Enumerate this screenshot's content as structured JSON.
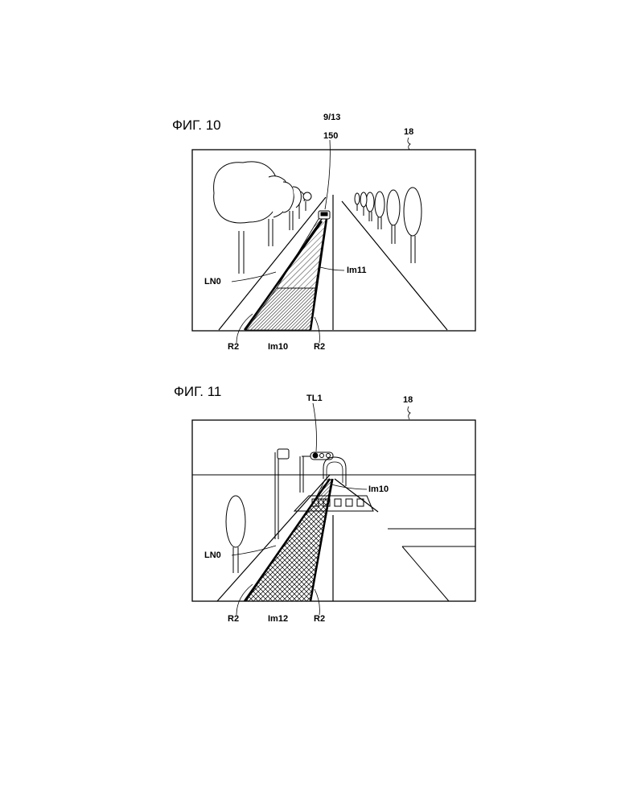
{
  "page": {
    "page_number": "9/13"
  },
  "figures": [
    {
      "title": "ФИГ. 10",
      "labels": {
        "ref_150": "150",
        "ref_18": "18",
        "ln0": "LN0",
        "im11": "Im11",
        "r2_left": "R2",
        "im10": "Im10",
        "r2_right": "R2"
      }
    },
    {
      "title": "ФИГ. 11",
      "labels": {
        "tl1": "TL1",
        "ref_18": "18",
        "im10": "Im10",
        "ln0": "LN0",
        "r2_left": "R2",
        "im12": "Im12",
        "r2_right": "R2"
      }
    }
  ]
}
